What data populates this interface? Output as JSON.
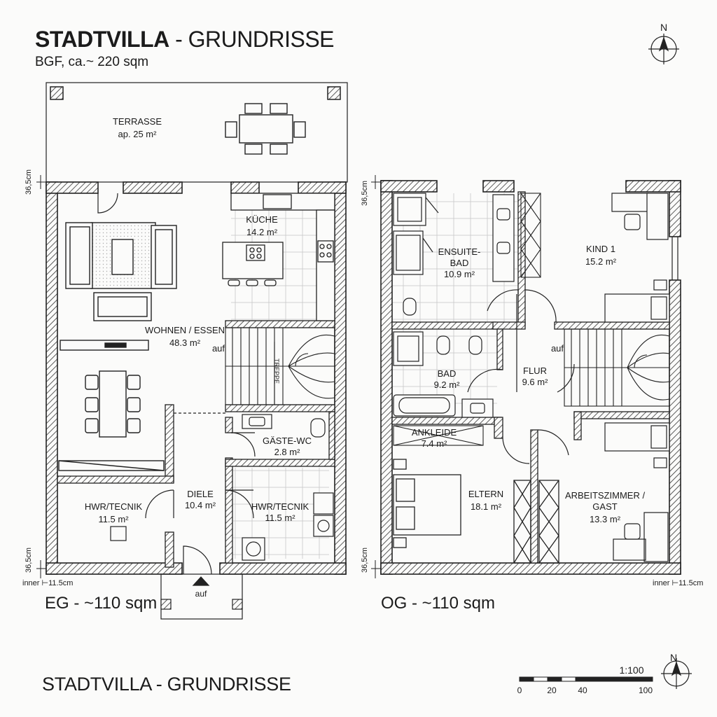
{
  "title": {
    "bold": "STADTVILLA",
    "rest": " - GRUNDRISSE"
  },
  "subtitle": "BGF, ca.~ 220 sqm",
  "bottom_title": "STADTVILLA - GRUNDRISSE",
  "floors": {
    "eg": "EG - ~110 sqm",
    "og": "OG - ~110 sqm"
  },
  "eg_rooms": {
    "terrasse": {
      "name": "TERRASSE",
      "area": "ap. 25 m²"
    },
    "kueche": {
      "name": "KÜCHE",
      "area": "14.2 m²"
    },
    "wohnen": {
      "name": "WOHNEN / ESSEN",
      "area": "48.3 m²"
    },
    "gaeste_wc": {
      "name": "GÄSTE-WC",
      "area": "2.8 m²"
    },
    "diele": {
      "name": "DIELE",
      "area": "10.4 m²"
    },
    "hwr_left": {
      "name": "HWR/TECNIK",
      "area": "11.5 m²"
    },
    "hwr_right": {
      "name": "HWR/TECNIK",
      "area": "11.5 m²"
    },
    "treppe": "TREPPE",
    "stair_up": "auf",
    "entrance_up": "auf"
  },
  "og_rooms": {
    "ensuite": {
      "name1": "ENSUITE-",
      "name2": "BAD",
      "area": "10.9 m²"
    },
    "kind": {
      "name": "KIND 1",
      "area": "15.2 m²"
    },
    "bad": {
      "name": "BAD",
      "area": "9.2 m²"
    },
    "flur": {
      "name": "FLUR",
      "area": "9.6 m²"
    },
    "ankleide": {
      "name": "ANKLEIDE",
      "area": "7.4 m²"
    },
    "eltern": {
      "name": "ELTERN",
      "area": "18.1 m²"
    },
    "arbeit": {
      "name1": "ARBEITSZIMMER /",
      "name2": "GAST",
      "area": "13.3 m²"
    },
    "stair_up": "auf"
  },
  "dimensions": {
    "wall_outer": "36,5cm",
    "wall_inner_eg": "inner ⊢11.5cm",
    "wall_inner_og": "inner ⊢11.5cm"
  },
  "north": "N",
  "scale": {
    "ratio": "1:100",
    "ticks": [
      "0",
      "20",
      "40",
      "100"
    ]
  },
  "colors": {
    "line": "#1b1b1b",
    "background": "#fbfbfa",
    "hatch": "#333333"
  }
}
